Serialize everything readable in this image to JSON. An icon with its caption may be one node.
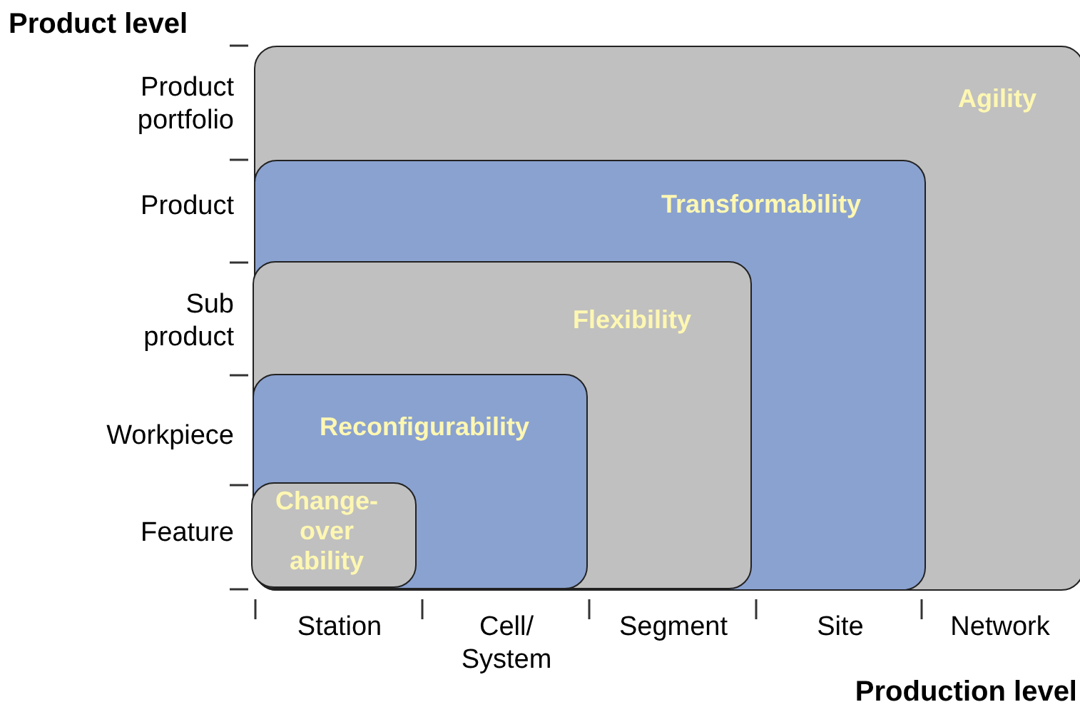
{
  "diagram": {
    "nodes": [
      {
        "text": [
          "Agility"
        ]
      },
      {
        "text": [
          "Transformability"
        ],
        "in": 0
      },
      {
        "text": [
          "Flexibility"
        ],
        "in": 1
      },
      {
        "text": [
          "Reconfigurability"
        ],
        "in": 2
      },
      {
        "text": [
          "Change-over ability"
        ],
        "in": 3
      }
    ],
    "edges": [],
    "labels": [
      "Product level",
      "Product portfolio",
      "Product",
      "Sub product",
      "Workpiece",
      "Feature",
      "Station",
      "Cell/ System",
      "Segment",
      "Site",
      "Network",
      "Production level"
    ]
  }
}
